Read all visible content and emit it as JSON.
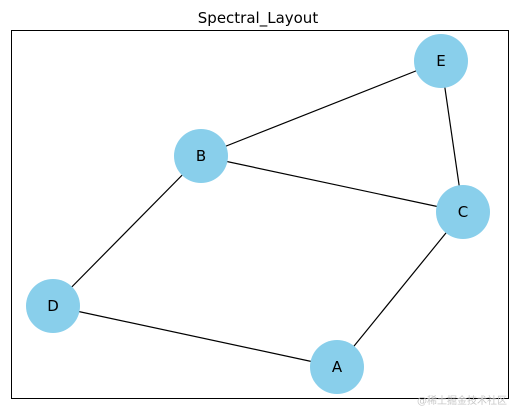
{
  "title": "Spectral_Layout",
  "watermark": "@稀土掘金技术社区",
  "colors": {
    "node_fill": "#89cfeb",
    "edge": "#000000",
    "frame": "#000000",
    "background": "#ffffff"
  },
  "graph": {
    "nodes": [
      "A",
      "B",
      "C",
      "D",
      "E"
    ],
    "edges": [
      [
        "D",
        "B"
      ],
      [
        "D",
        "A"
      ],
      [
        "B",
        "E"
      ],
      [
        "B",
        "C"
      ],
      [
        "E",
        "C"
      ],
      [
        "C",
        "A"
      ]
    ]
  }
}
